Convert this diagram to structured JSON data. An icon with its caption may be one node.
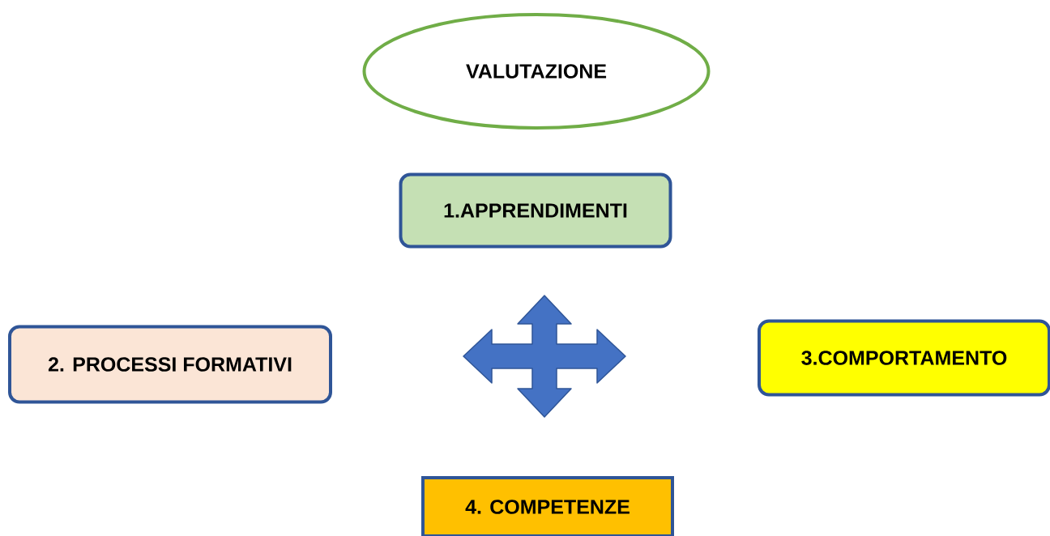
{
  "diagram": {
    "nodes": [
      {
        "text": [
          "VALUTAZIONE"
        ]
      },
      {
        "text": [
          "1.APPRENDIMENTI"
        ]
      },
      {
        "text": [
          "2. PROCESSI FORMATIVI"
        ]
      },
      {
        "text": [
          "3.COMPORTAMENTO"
        ]
      },
      {
        "text": [
          "4. COMPETENZE"
        ]
      }
    ]
  }
}
